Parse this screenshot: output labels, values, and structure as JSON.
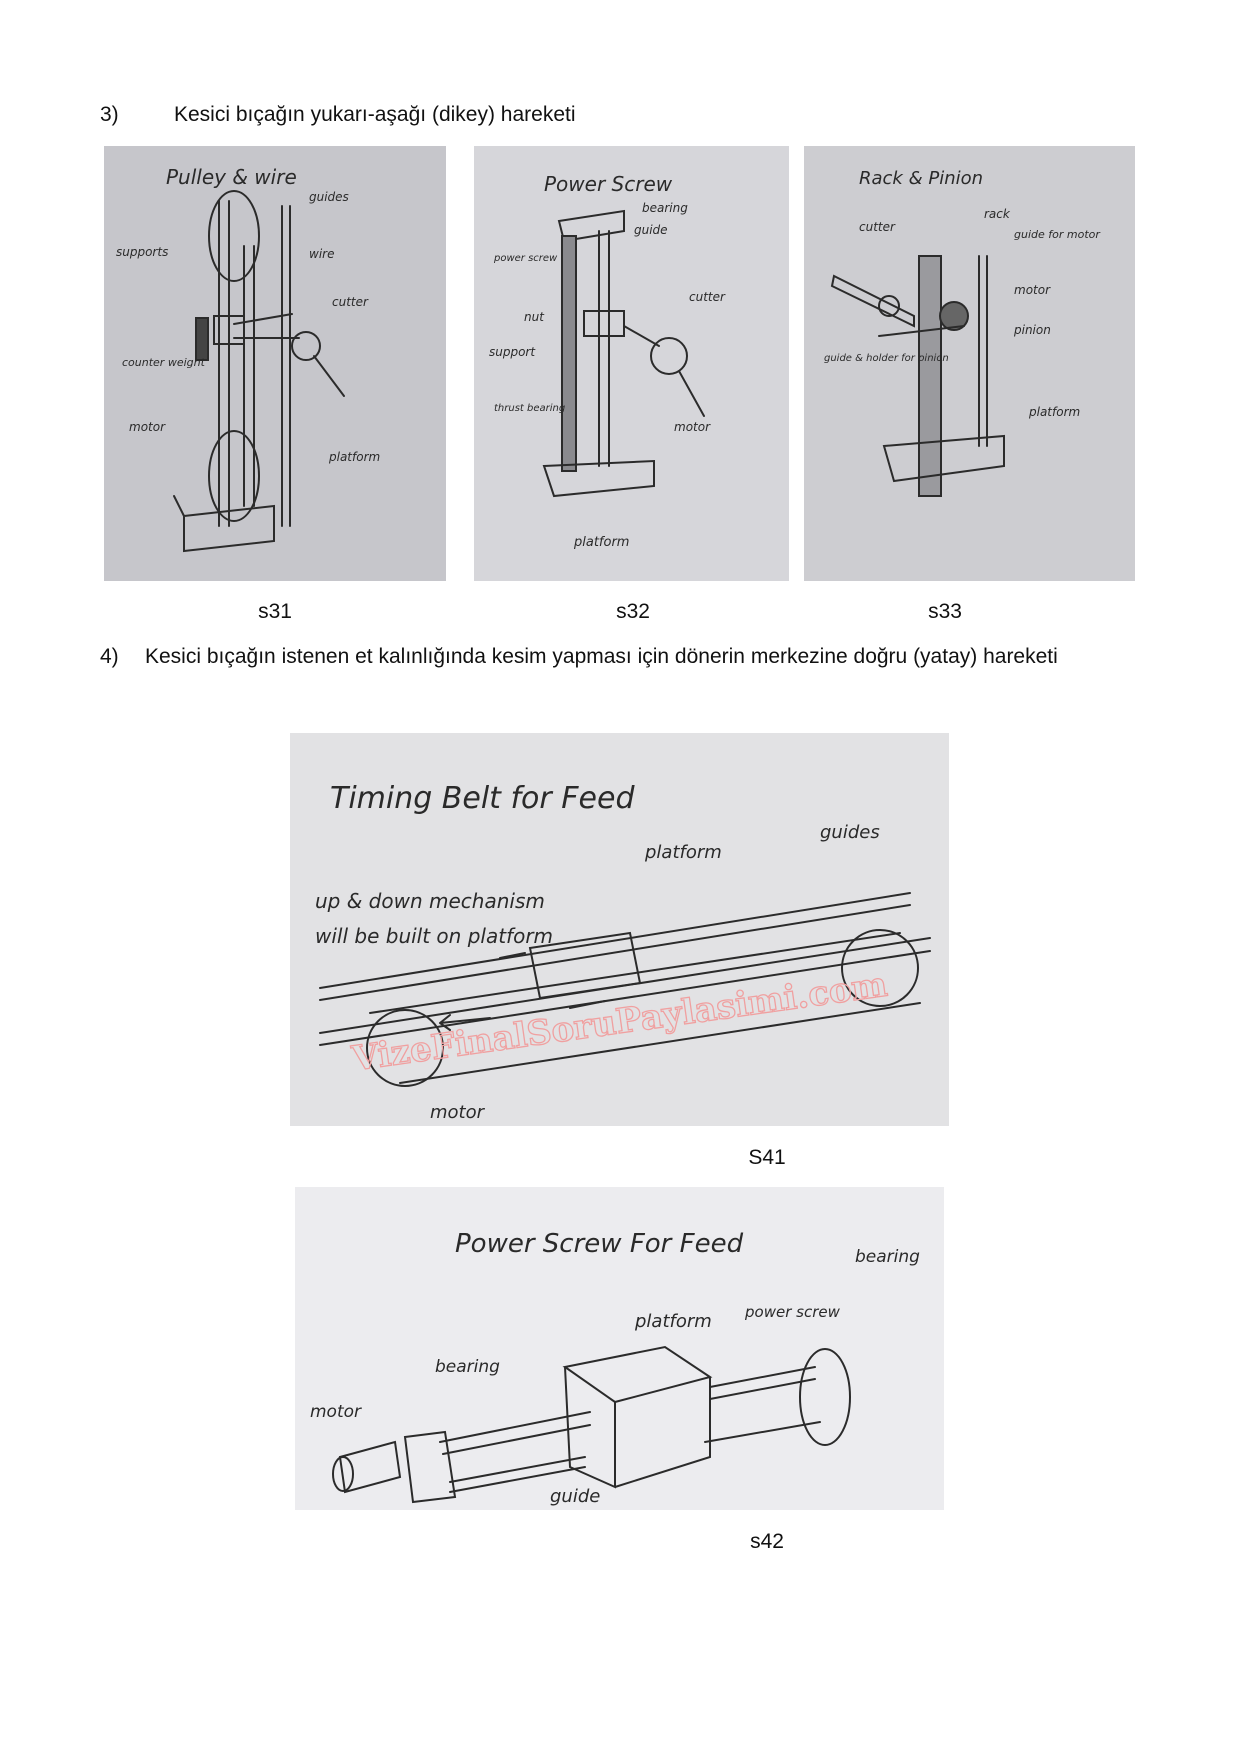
{
  "section3": {
    "number": "3)",
    "title": "Kesici bıçağın yukarı-aşağı (dikey) hareketi"
  },
  "section4": {
    "number": "4)",
    "title": "Kesici bıçağın istenen et kalınlığında kesim yapması için dönerin merkezine doğru (yatay) hareketi"
  },
  "figures": {
    "s31": {
      "caption": "s31",
      "title": "Pulley & wire",
      "labels": [
        "guides",
        "supports",
        "wire",
        "cutter",
        "counter weight",
        "motor",
        "platform"
      ]
    },
    "s32": {
      "caption": "s32",
      "title": "Power Screw",
      "labels": [
        "bearing",
        "guide",
        "power screw",
        "cutter",
        "nut",
        "support",
        "thrust bearing",
        "motor",
        "platform"
      ]
    },
    "s33": {
      "caption": "s33",
      "title": "Rack & Pinion",
      "labels": [
        "cutter",
        "rack",
        "guide for motor",
        "motor",
        "pinion",
        "guide & holder for pinion",
        "platform"
      ]
    },
    "s41": {
      "caption": "S41",
      "title": "Timing Belt for Feed",
      "labels": [
        "up & down mechanism",
        "will be built on platform",
        "platform",
        "guides",
        "motor"
      ],
      "watermark": "VizeFinalSoruPaylasimi.com"
    },
    "s42": {
      "caption": "s42",
      "title": "Power Screw For Feed",
      "labels": [
        "platform",
        "power screw",
        "bearing",
        "bearing",
        "motor",
        "guide"
      ]
    }
  },
  "colors": {
    "photo_gray": "#c9c9cd",
    "photo_light": "#e4e4e7",
    "watermark": "#f0a0a0"
  }
}
